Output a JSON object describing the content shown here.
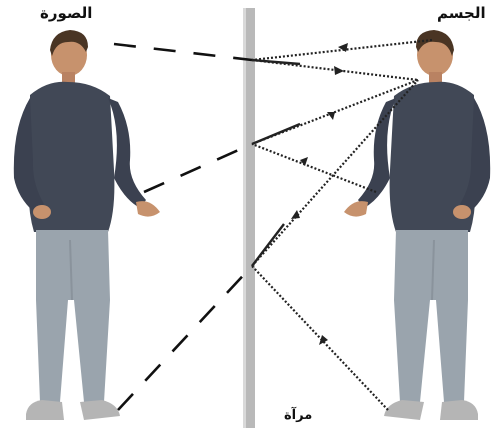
{
  "labels": {
    "image": "الصورة",
    "object": "الجسم",
    "mirror": "مرآة"
  },
  "colors": {
    "mirror": "#b9b9b9",
    "ray": "#222222",
    "virtual_ray": "#111111",
    "shirt": "#414856",
    "jeans": "#9aa4ad",
    "skin": "#c7926d",
    "hair": "#4a3524",
    "shoe": "#b5b5b5"
  },
  "icons": {
    "figures": "standing-person",
    "arrows": "ray-direction-arrow"
  }
}
